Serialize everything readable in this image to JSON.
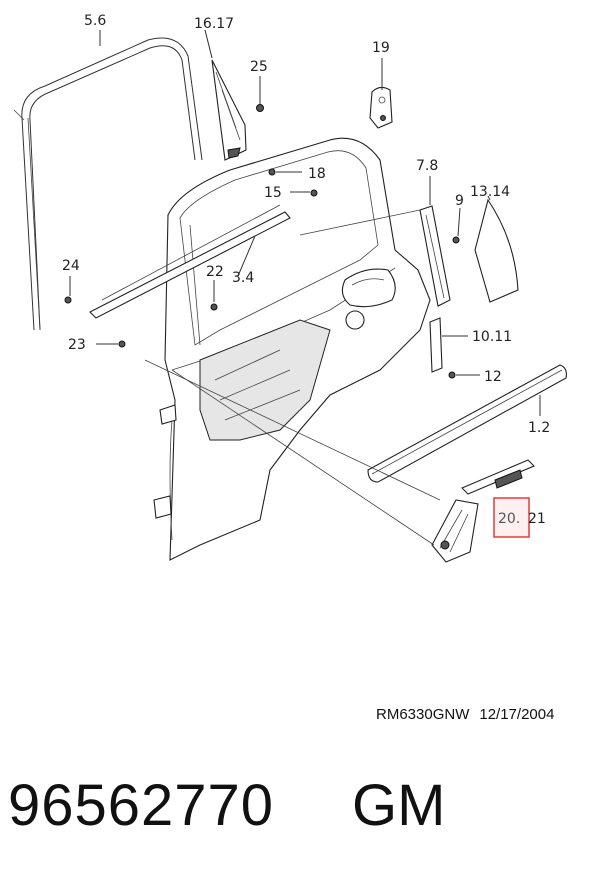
{
  "callouts": {
    "c_5_6": "5.6",
    "c_16_17": "16.17",
    "c_25": "25",
    "c_19": "19",
    "c_18": "18",
    "c_15": "15",
    "c_7_8": "7.8",
    "c_9": "9",
    "c_13_14": "13.14",
    "c_24": "24",
    "c_22": "22",
    "c_3_4": "3.4",
    "c_23": "23",
    "c_10_11": "10.11",
    "c_12": "12",
    "c_1_2": "1.2",
    "c_20": "20.",
    "c_21": "21"
  },
  "highlighted_callout": "20",
  "colors": {
    "highlight": "#e23b3b",
    "ink": "#222222"
  },
  "reference_code": "RM6330GNW",
  "reference_date": "12/17/2004",
  "part_number": "96562770",
  "brand": "GM"
}
